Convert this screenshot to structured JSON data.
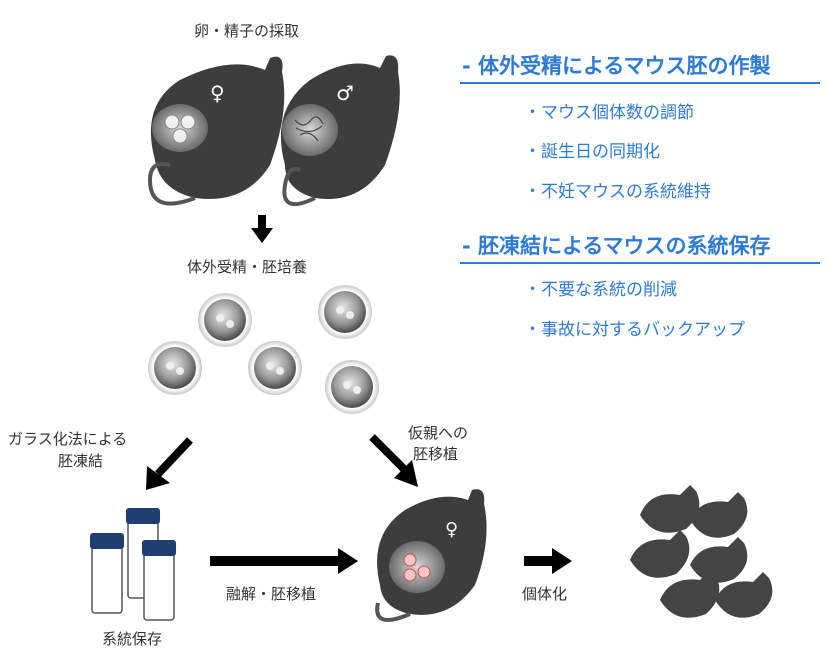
{
  "labels": {
    "collection": "卵・精子の採取",
    "ivf_culture": "体外受精・胚培養",
    "vitrification_line1": "ガラス化法による",
    "vitrification_line2": "胚凍結",
    "transfer_line1": "仮親への",
    "transfer_line2": "胚移植",
    "thaw_transfer": "融解・胚移植",
    "individualize": "個体化",
    "strain_storage": "系統保存",
    "female_symbol": "♀",
    "male_symbol": "♂",
    "recipient_symbol": "♀"
  },
  "sections": [
    {
      "heading": "- 体外受精によるマウス胚の作製",
      "items": [
        "・マウス個体数の調節",
        "・誕生日の同期化",
        "・不妊マウスの系統維持"
      ]
    },
    {
      "heading": "- 胚凍結によるマウスの系統保存",
      "items": [
        "・不要な系統の削減",
        "・事故に対するバックアップ"
      ]
    }
  ],
  "colors": {
    "accent": "#2e7bd6",
    "mouse": "#3d3d3d",
    "vial_cap": "#1f3f73",
    "embryo_red": "#e05050"
  }
}
